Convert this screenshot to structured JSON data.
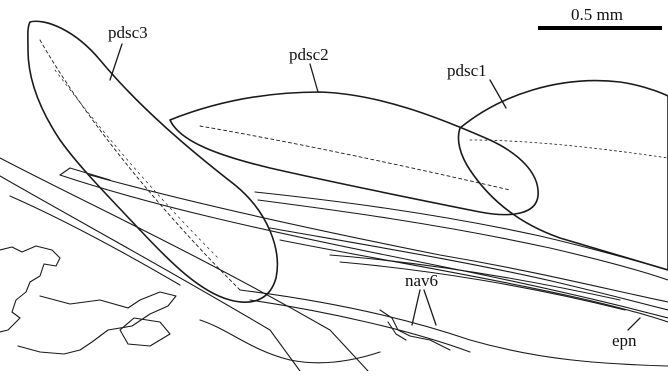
{
  "figure": {
    "scale_bar_label": "0.5 mm",
    "labels": {
      "pdsc3": "pdsc3",
      "pdsc2": "pdsc2",
      "pdsc1": "pdsc1",
      "nav6": "nav6",
      "epn": "epn"
    }
  }
}
